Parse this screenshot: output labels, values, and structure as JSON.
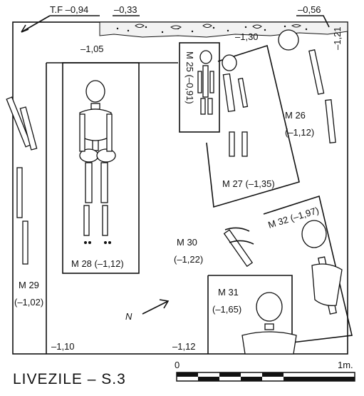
{
  "title": "LIVEZILE – S.3",
  "top_labels": {
    "tf": "T.F –0,94",
    "left_mid": "–0,33",
    "right": "–0,56",
    "far_right": "–1,21",
    "mid_right": "–1,30"
  },
  "depth_labels": {
    "upper_left": "–1,05",
    "bottom_left": "–1,10",
    "bottom_mid": "–1,12"
  },
  "graves": {
    "m25": "M 25 (–0,91)",
    "m26_name": "M 26",
    "m26_depth": "(–1,12)",
    "m27": "M 27 (–1,35)",
    "m28": "M 28 (–1,12)",
    "m29_name": "M 29",
    "m29_depth": "(–1,02)",
    "m30_name": "M 30",
    "m30_depth": "(–1,22)",
    "m31_name": "M 31",
    "m31_depth": "(–1,65)",
    "m32": "M 32 (–1,97)"
  },
  "scale": {
    "start": "0",
    "end": "1m."
  },
  "north_arrow": "N"
}
